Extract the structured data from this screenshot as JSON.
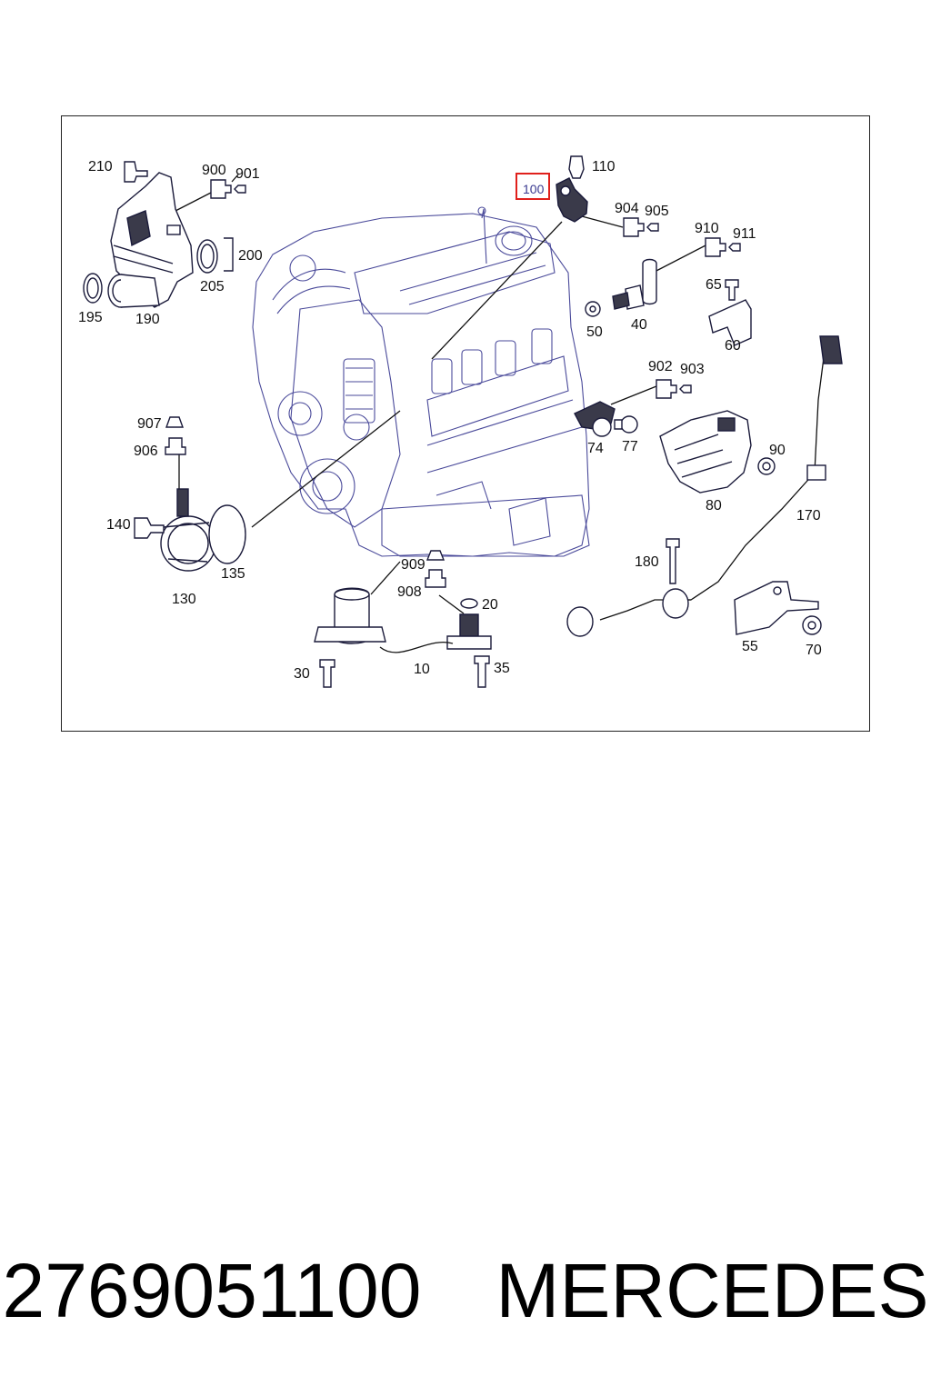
{
  "diagram": {
    "callouts": [
      {
        "id": "210",
        "text": "210"
      },
      {
        "id": "900",
        "text": "900"
      },
      {
        "id": "901",
        "text": "901"
      },
      {
        "id": "200",
        "text": "200"
      },
      {
        "id": "205",
        "text": "205"
      },
      {
        "id": "195",
        "text": "195"
      },
      {
        "id": "190",
        "text": "190"
      },
      {
        "id": "100",
        "text": "100",
        "highlighted": true
      },
      {
        "id": "110",
        "text": "110"
      },
      {
        "id": "904",
        "text": "904"
      },
      {
        "id": "905",
        "text": "905"
      },
      {
        "id": "910",
        "text": "910"
      },
      {
        "id": "911",
        "text": "911"
      },
      {
        "id": "65",
        "text": "65"
      },
      {
        "id": "50",
        "text": "50"
      },
      {
        "id": "40",
        "text": "40"
      },
      {
        "id": "60",
        "text": "60"
      },
      {
        "id": "902",
        "text": "902"
      },
      {
        "id": "903",
        "text": "903"
      },
      {
        "id": "74",
        "text": "74"
      },
      {
        "id": "77",
        "text": "77"
      },
      {
        "id": "90",
        "text": "90"
      },
      {
        "id": "80",
        "text": "80"
      },
      {
        "id": "170",
        "text": "170"
      },
      {
        "id": "907",
        "text": "907"
      },
      {
        "id": "906",
        "text": "906"
      },
      {
        "id": "140",
        "text": "140"
      },
      {
        "id": "135",
        "text": "135"
      },
      {
        "id": "130",
        "text": "130"
      },
      {
        "id": "909",
        "text": "909"
      },
      {
        "id": "908",
        "text": "908"
      },
      {
        "id": "20",
        "text": "20"
      },
      {
        "id": "180",
        "text": "180"
      },
      {
        "id": "30",
        "text": "30"
      },
      {
        "id": "10",
        "text": "10"
      },
      {
        "id": "35",
        "text": "35"
      },
      {
        "id": "55",
        "text": "55"
      },
      {
        "id": "70",
        "text": "70"
      }
    ],
    "highlight_color": "#e0201c"
  },
  "caption": {
    "part_number": "2769051100",
    "brand": "MERCEDES"
  }
}
